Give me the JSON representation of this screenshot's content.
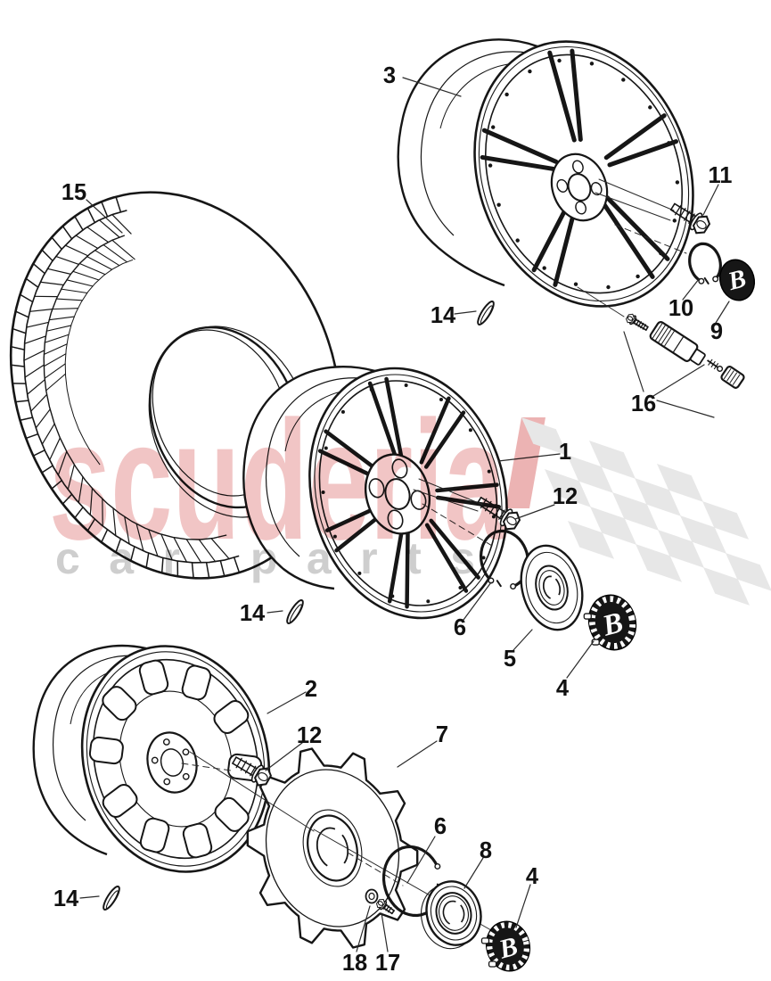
{
  "page": {
    "background_color": "#ffffff",
    "line_color": "#161616",
    "leader_color": "#2a2a2a"
  },
  "watermark": {
    "brand_text": "scuderia",
    "subtitle_text": "car parts",
    "brand_color": "#f0bfbf",
    "subtitle_color": "#c9c9c9",
    "accent_slash_color": "#eaabab",
    "checker_color": "#e5e5e5"
  },
  "cap_logo_letter": "B",
  "callouts": [
    {
      "label": "3"
    },
    {
      "label": "15"
    },
    {
      "label": "11"
    },
    {
      "label": "10"
    },
    {
      "label": "9"
    },
    {
      "label": "14"
    },
    {
      "label": "16"
    },
    {
      "label": "1"
    },
    {
      "label": "12"
    },
    {
      "label": "14"
    },
    {
      "label": "6"
    },
    {
      "label": "5"
    },
    {
      "label": "4"
    },
    {
      "label": "2"
    },
    {
      "label": "12"
    },
    {
      "label": "7"
    },
    {
      "label": "6"
    },
    {
      "label": "8"
    },
    {
      "label": "4"
    },
    {
      "label": "14"
    },
    {
      "label": "18"
    },
    {
      "label": "17"
    }
  ]
}
